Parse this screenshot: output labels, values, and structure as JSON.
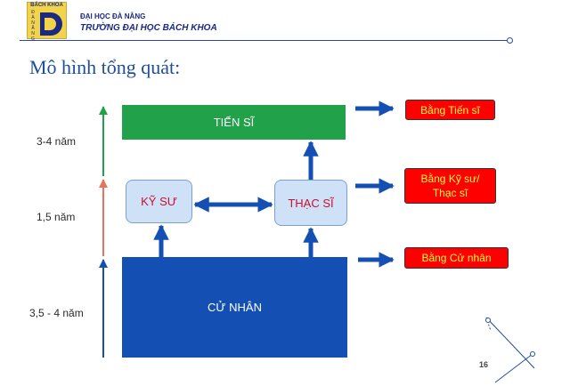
{
  "header": {
    "logo_text": "BÁCH KHOA",
    "logo_letters": [
      "Đ",
      "À",
      "N",
      "Ẵ",
      "N",
      "G"
    ],
    "university": "ĐẠI HỌC ĐÀ NẴNG",
    "school": "TRƯỜNG ĐẠI HỌC BÁCH KHOA"
  },
  "title": "Mô hình tổng quát:",
  "boxes": {
    "tien_si": "TIẾN SĨ",
    "ky_su": "KỸ SƯ",
    "thac_si": "THẠC SĨ",
    "cu_nhan": "CỬ NHÂN"
  },
  "awards": {
    "tien_si": "Bằng Tiến sĩ",
    "ky_su_line1": "Bằng Kỹ sư/",
    "ky_su_line2": "Thạc sĩ",
    "cu_nhan": "Bằng Cử nhân"
  },
  "durations": {
    "top": "3-4 năm",
    "middle": "1,5 năm",
    "bottom": "3,5 - 4 năm"
  },
  "colors": {
    "green_arrow": "#21a24a",
    "salmon_arrow": "#e8735a",
    "blue_arrow": "#1450b4",
    "award_bg": "#ff0000",
    "award_text": "#ffff33"
  },
  "page_number": "16"
}
